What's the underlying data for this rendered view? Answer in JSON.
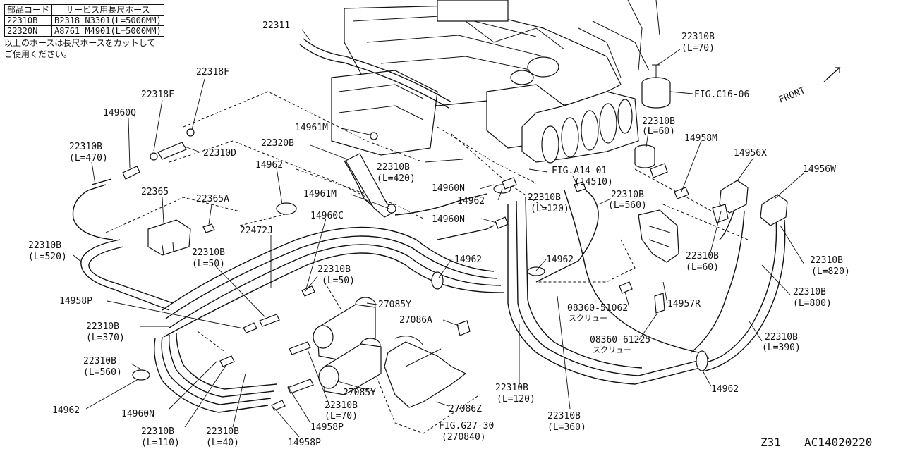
{
  "legend": {
    "headers": [
      "部品コード",
      "サービス用長尺ホース"
    ],
    "rows": [
      {
        "code": "22310B",
        "hose": "B2318 N3301(L=5000MM)"
      },
      {
        "code": "22320N",
        "hose": "A8761 M4901(L=5000MM)"
      }
    ],
    "note_line1": "以上のホースは長尺ホースをカットして",
    "note_line2": "ご使用ください。"
  },
  "footer": {
    "model": "Z31",
    "diagram_code": "AC14020220"
  },
  "front_label": "FRONT",
  "callouts": [
    {
      "id": "c22311",
      "lines": [
        "22311"
      ]
    },
    {
      "id": "c22318f-a",
      "lines": [
        "22318F"
      ]
    },
    {
      "id": "c22318f-b",
      "lines": [
        "22318F"
      ]
    },
    {
      "id": "c14960q",
      "lines": [
        "14960Q"
      ]
    },
    {
      "id": "c22310d",
      "lines": [
        "22310D"
      ]
    },
    {
      "id": "c22310b-470",
      "lines": [
        "22310B",
        "(L=470)"
      ]
    },
    {
      "id": "c22365",
      "lines": [
        "22365"
      ]
    },
    {
      "id": "c22365a",
      "lines": [
        "22365A"
      ]
    },
    {
      "id": "c22310b-520",
      "lines": [
        "22310B",
        "(L=520)"
      ]
    },
    {
      "id": "c22472j",
      "lines": [
        "22472J"
      ]
    },
    {
      "id": "c22310b-50a",
      "lines": [
        "22310B",
        "(L=50)"
      ]
    },
    {
      "id": "c14958p-a",
      "lines": [
        "14958P"
      ]
    },
    {
      "id": "c22310b-370",
      "lines": [
        "22310B",
        "(L=370)"
      ]
    },
    {
      "id": "c22310b-560a",
      "lines": [
        "22310B",
        "(L=560)"
      ]
    },
    {
      "id": "c14962-a",
      "lines": [
        "14962"
      ]
    },
    {
      "id": "c14960n-a",
      "lines": [
        "14960N"
      ]
    },
    {
      "id": "c22310b-110",
      "lines": [
        "22310B",
        "(L=110)"
      ]
    },
    {
      "id": "c22310b-40",
      "lines": [
        "22310B",
        "(L=40)"
      ]
    },
    {
      "id": "c14958p-b",
      "lines": [
        "14958P"
      ]
    },
    {
      "id": "c14958p-c",
      "lines": [
        "14958P"
      ]
    },
    {
      "id": "c22310b-70a",
      "lines": [
        "22310B",
        "(L=70)"
      ]
    },
    {
      "id": "c27085y-a",
      "lines": [
        "27085Y"
      ]
    },
    {
      "id": "c27085y-b",
      "lines": [
        "27085Y"
      ]
    },
    {
      "id": "c27086a",
      "lines": [
        "27086A"
      ]
    },
    {
      "id": "c27086z",
      "lines": [
        "27086Z"
      ]
    },
    {
      "id": "c figg27",
      "lines": [
        "FIG.G27-30",
        "(270840)"
      ]
    },
    {
      "id": "c22310b-50b",
      "lines": [
        "22310B",
        "(L=50)"
      ]
    },
    {
      "id": "c14960c",
      "lines": [
        "14960C"
      ]
    },
    {
      "id": "c14961m-a",
      "lines": [
        "14961M"
      ]
    },
    {
      "id": "c14961m-b",
      "lines": [
        "14961M"
      ]
    },
    {
      "id": "c22320b",
      "lines": [
        "22320B"
      ]
    },
    {
      "id": "c14962-b",
      "lines": [
        "14962"
      ]
    },
    {
      "id": "c22310b-420",
      "lines": [
        "22310B",
        "(L=420)"
      ]
    },
    {
      "id": "c14960n-b",
      "lines": [
        "14960N"
      ]
    },
    {
      "id": "c14962-c",
      "lines": [
        "14962"
      ]
    },
    {
      "id": "c14960n-c",
      "lines": [
        "14960N"
      ]
    },
    {
      "id": "c14962-d",
      "lines": [
        "14962"
      ]
    },
    {
      "id": "c22310b-120a",
      "lines": [
        "22310B",
        "(L=120)"
      ]
    },
    {
      "id": "c figa14",
      "lines": [
        "FIG.A14-01",
        "(14510)"
      ]
    },
    {
      "id": "c22310b-560b",
      "lines": [
        "22310B",
        "(L=560)"
      ]
    },
    {
      "id": "c14962-e",
      "lines": [
        "14962"
      ]
    },
    {
      "id": "c22310b-120b",
      "lines": [
        "22310B",
        "(L=120)"
      ]
    },
    {
      "id": "c22310b-360",
      "lines": [
        "22310B",
        "(L=360)"
      ]
    },
    {
      "id": "c08360-51062",
      "lines": [
        "08360-51062",
        "スクリュー"
      ]
    },
    {
      "id": "c08360-61225",
      "lines": [
        "08360-61225",
        "スクリュー"
      ]
    },
    {
      "id": "c14957r",
      "lines": [
        "14957R"
      ]
    },
    {
      "id": "c22310b-70b",
      "lines": [
        "22310B",
        "(L=70)"
      ]
    },
    {
      "id": "c figc16",
      "lines": [
        "FIG.C16-06"
      ]
    },
    {
      "id": "c22310b-60a",
      "lines": [
        "22310B",
        "(L=60)"
      ]
    },
    {
      "id": "c14958m",
      "lines": [
        "14958M"
      ]
    },
    {
      "id": "c14956x",
      "lines": [
        "14956X"
      ]
    },
    {
      "id": "c14956w",
      "lines": [
        "14956W"
      ]
    },
    {
      "id": "c22310b-60b",
      "lines": [
        "22310B",
        "(L=60)"
      ]
    },
    {
      "id": "c22310b-820",
      "lines": [
        "22310B",
        "(L=820)"
      ]
    },
    {
      "id": "c22310b-800",
      "lines": [
        "22310B",
        "(L=800)"
      ]
    },
    {
      "id": "c22310b-390",
      "lines": [
        "22310B",
        "(L=390)"
      ]
    },
    {
      "id": "c14962-f",
      "lines": [
        "14962"
      ]
    }
  ]
}
